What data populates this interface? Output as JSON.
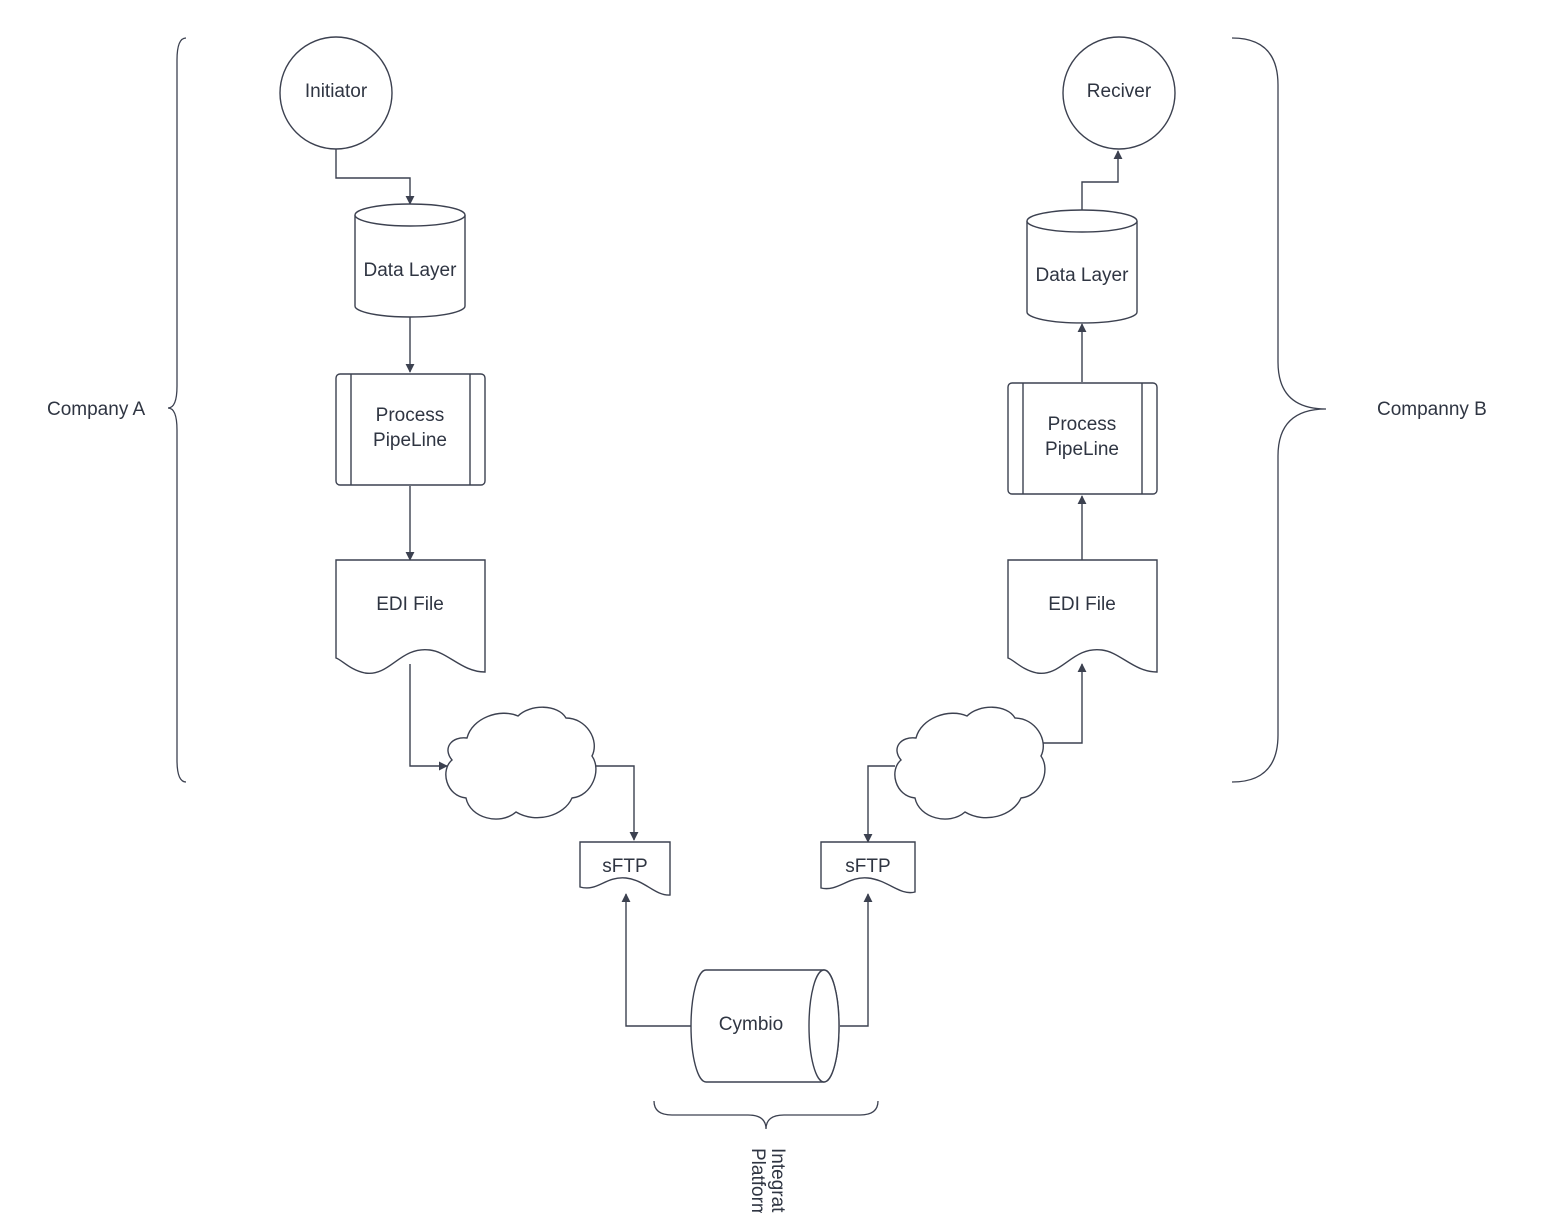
{
  "diagram": {
    "company_a": {
      "label": "Company A",
      "initiator": "Initiator",
      "data_layer": "Data Layer",
      "process_line1": "Process",
      "process_line2": "PipeLine",
      "edi_file": "EDI File",
      "sftp": "sFTP"
    },
    "company_b": {
      "label": "Companny B",
      "receiver": "Reciver",
      "data_layer": "Data Layer",
      "process_line1": "Process",
      "process_line2": "PipeLine",
      "edi_file": "EDI File",
      "sftp": "sFTP"
    },
    "platform": {
      "name": "Cymbio",
      "label_line1": "Integration",
      "label_line2": "Platform"
    }
  },
  "colors": {
    "stroke": "#3c4150",
    "text": "#2f3542",
    "background": "#ffffff"
  }
}
